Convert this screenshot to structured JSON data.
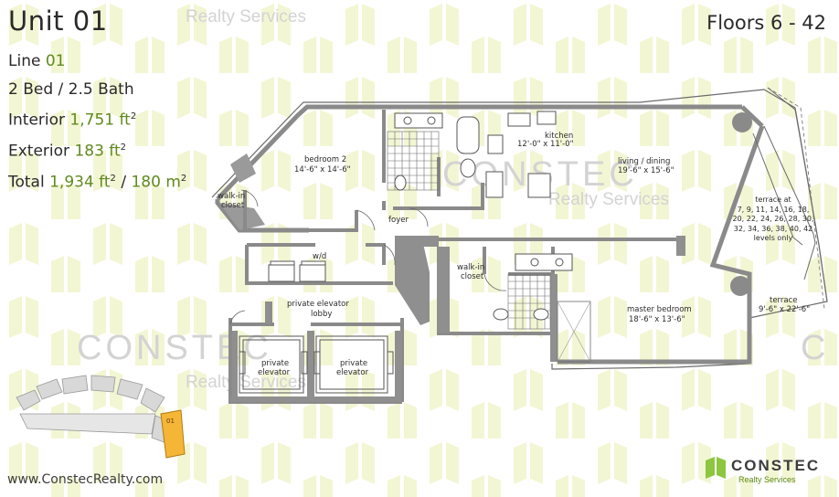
{
  "unit": {
    "title": "Unit 01",
    "floors": "Floors 6 - 42"
  },
  "specs": {
    "line_label": "Line",
    "line_value": "01",
    "bed_bath": "2 Bed / 2.5 Bath",
    "interior_label": "Interior",
    "interior_value": "1,751 ft",
    "exterior_label": "Exterior",
    "exterior_value": "183 ft",
    "total_label": "Total",
    "total_value": "1,934 ft",
    "total_metric": "180 m",
    "sup": "2"
  },
  "watermark": {
    "brand": "CONSTEC",
    "services": "Realty Services"
  },
  "rooms": {
    "bedroom2": "bedroom 2",
    "bedroom2_dim": "14'-6\" x 14'-6\"",
    "walkin1a": "walk-in",
    "walkin1b": "closet",
    "kitchen": "kitchen",
    "kitchen_dim": "12'-0\" x 11'-0\"",
    "living": "living / dining",
    "living_dim": "19'-6\" x 15'-6\"",
    "foyer": "foyer",
    "wd": "w/d",
    "lobby_a": "private elevator",
    "lobby_b": "lobby",
    "elev_a": "private",
    "elev_b": "elevator",
    "walkin2a": "walk-in",
    "walkin2b": "closet",
    "master": "master bedroom",
    "master_dim": "18'-6\" x 13'-6\"",
    "terrace1": [
      "terrace at",
      "7, 9, 11, 14, 16, 18,",
      "20, 22, 24, 26, 28, 30,",
      "32, 34, 36, 38, 40, 42",
      "levels only"
    ],
    "terrace2": "terrace",
    "terrace2_dim": "9'-6\" x 22'-6\"",
    "keyplan_unit": "01"
  },
  "footer": {
    "url": "www.ConstecRealty.com",
    "brand": "CONSTEC",
    "brand_sub": "Realty Services"
  },
  "colors": {
    "accent_green": "#5f8a1d",
    "watermark_yellow": "#f4f7d4",
    "wall": "#8a8a8a",
    "highlight": "#f5b638"
  }
}
